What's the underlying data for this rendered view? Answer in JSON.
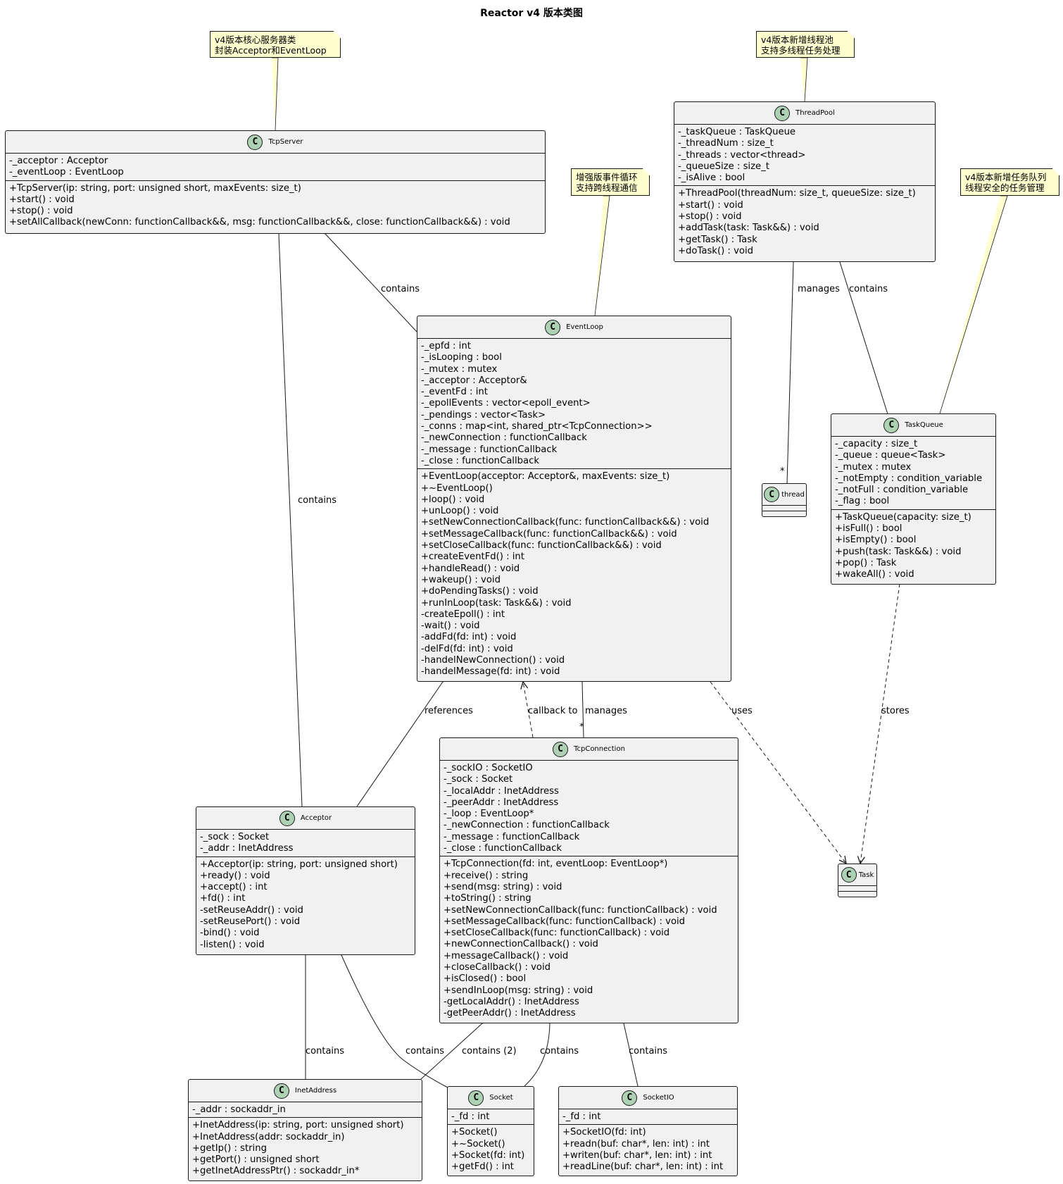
{
  "title": "Reactor v4 版本类图",
  "notes": {
    "tcpserver": [
      "v4版本核心服务器类",
      "封装Acceptor和EventLoop"
    ],
    "threadpool": [
      "v4版本新增线程池",
      "支持多线程任务处理"
    ],
    "eventloop": [
      "增强版事件循环",
      "支持跨线程通信"
    ],
    "taskqueue": [
      "v4版本新增任务队列",
      "线程安全的任务管理"
    ]
  },
  "classes": {
    "TcpServer": {
      "name": "TcpServer",
      "attrs": [
        "-_acceptor : Acceptor",
        "-_eventLoop : EventLoop"
      ],
      "ops": [
        "+TcpServer(ip: string, port: unsigned short, maxEvents: size_t)",
        "+start() : void",
        "+stop() : void",
        "+setAllCallback(newConn: functionCallback&&, msg: functionCallback&&, close: functionCallback&&) : void"
      ]
    },
    "ThreadPool": {
      "name": "ThreadPool",
      "attrs": [
        "-_taskQueue : TaskQueue",
        "-_threadNum : size_t",
        "-_threads : vector<thread>",
        "-_queueSize : size_t",
        "-_isAlive : bool"
      ],
      "ops": [
        "+ThreadPool(threadNum: size_t, queueSize: size_t)",
        "+start() : void",
        "+stop() : void",
        "+addTask(task: Task&&) : void",
        "+getTask() : Task",
        "+doTask() : void"
      ]
    },
    "EventLoop": {
      "name": "EventLoop",
      "attrs": [
        "-_epfd : int",
        "-_isLooping : bool",
        "-_mutex : mutex",
        "-_acceptor : Acceptor&",
        "-_eventFd : int",
        "-_epollEvents : vector<epoll_event>",
        "-_pendings : vector<Task>",
        "-_conns : map<int, shared_ptr<TcpConnection>>",
        "-_newConnection : functionCallback",
        "-_message : functionCallback",
        "-_close : functionCallback"
      ],
      "ops": [
        "+EventLoop(acceptor: Acceptor&, maxEvents: size_t)",
        "+~EventLoop()",
        "+loop() : void",
        "+unLoop() : void",
        "+setNewConnectionCallback(func: functionCallback&&) : void",
        "+setMessageCallback(func: functionCallback&&) : void",
        "+setCloseCallback(func: functionCallback&&) : void",
        "+createEventFd() : int",
        "+handleRead() : void",
        "+wakeup() : void",
        "+doPendingTasks() : void",
        "+runInLoop(task: Task&&) : void",
        "-createEpoll() : int",
        "-wait() : void",
        "-addFd(fd: int) : void",
        "-delFd(fd: int) : void",
        "-handelNewConnection() : void",
        "-handelMessage(fd: int) : void"
      ]
    },
    "TaskQueue": {
      "name": "TaskQueue",
      "attrs": [
        "-_capacity : size_t",
        "-_queue : queue<Task>",
        "-_mutex : mutex",
        "-_notEmpty : condition_variable",
        "-_notFull : condition_variable",
        "-_flag : bool"
      ],
      "ops": [
        "+TaskQueue(capacity: size_t)",
        "+isFull() : bool",
        "+isEmpty() : bool",
        "+push(task: Task&&) : void",
        "+pop() : Task",
        "+wakeAll() : void"
      ]
    },
    "thread": {
      "name": "thread",
      "attrs": [],
      "ops": []
    },
    "Task": {
      "name": "Task",
      "attrs": [],
      "ops": []
    },
    "Acceptor": {
      "name": "Acceptor",
      "attrs": [
        "-_sock : Socket",
        "-_addr : InetAddress"
      ],
      "ops": [
        "+Acceptor(ip: string, port: unsigned short)",
        "+ready() : void",
        "+accept() : int",
        "+fd() : int",
        "-setReuseAddr() : void",
        "-setReusePort() : void",
        "-bind() : void",
        "-listen() : void"
      ]
    },
    "TcpConnection": {
      "name": "TcpConnection",
      "attrs": [
        "-_sockIO : SocketIO",
        "-_sock : Socket",
        "-_localAddr : InetAddress",
        "-_peerAddr : InetAddress",
        "-_loop : EventLoop*",
        "-_newConnection : functionCallback",
        "-_message : functionCallback",
        "-_close : functionCallback"
      ],
      "ops": [
        "+TcpConnection(fd: int, eventLoop: EventLoop*)",
        "+receive() : string",
        "+send(msg: string) : void",
        "+toString() : string",
        "+setNewConnectionCallback(func: functionCallback) : void",
        "+setMessageCallback(func: functionCallback) : void",
        "+setCloseCallback(func: functionCallback) : void",
        "+newConnectionCallback() : void",
        "+messageCallback() : void",
        "+closeCallback() : void",
        "+isClosed() : bool",
        "+sendInLoop(msg: string) : void",
        "-getLocalAddr() : InetAddress",
        "-getPeerAddr() : InetAddress"
      ]
    },
    "InetAddress": {
      "name": "InetAddress",
      "attrs": [
        "-_addr : sockaddr_in"
      ],
      "ops": [
        "+InetAddress(ip: string, port: unsigned short)",
        "+InetAddress(addr: sockaddr_in)",
        "+getIp() : string",
        "+getPort() : unsigned short",
        "+getInetAddressPtr() : sockaddr_in*"
      ]
    },
    "Socket": {
      "name": "Socket",
      "attrs": [
        "-_fd : int"
      ],
      "ops": [
        "+Socket()",
        "+~Socket()",
        "+Socket(fd: int)",
        "+getFd() : int"
      ]
    },
    "SocketIO": {
      "name": "SocketIO",
      "attrs": [
        "-_fd : int"
      ],
      "ops": [
        "+SocketIO(fd: int)",
        "+readn(buf: char*, len: int) : int",
        "+writen(buf: char*, len: int) : int",
        "+readLine(buf: char*, len: int) : int"
      ]
    }
  },
  "relations": {
    "tcpserver_acceptor": {
      "label": "contains"
    },
    "tcpserver_eventloop": {
      "label": "contains"
    },
    "threadpool_thread": {
      "label": "manages",
      "mult": "*"
    },
    "threadpool_taskqueue": {
      "label": "contains"
    },
    "eventloop_acceptor": {
      "label": "references"
    },
    "tcpconn_eventloop": {
      "label": "callback to"
    },
    "eventloop_tcpconn": {
      "label": "manages",
      "mult": "*"
    },
    "eventloop_task": {
      "label": "uses"
    },
    "taskqueue_task": {
      "label": "stores"
    },
    "acceptor_inetaddress": {
      "label": "contains"
    },
    "acceptor_socket": {
      "label": "contains"
    },
    "tcpconn_inetaddress": {
      "label": "contains (2)"
    },
    "tcpconn_socket": {
      "label": "contains"
    },
    "tcpconn_socketio": {
      "label": "contains"
    }
  }
}
